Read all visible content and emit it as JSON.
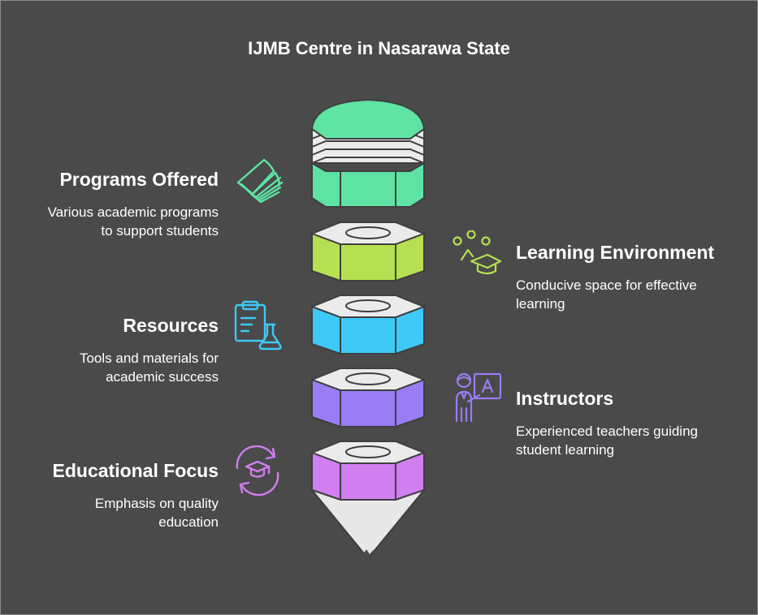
{
  "title": "IJMB Centre in Nasarawa State",
  "colors": {
    "background": "#4a4a4a",
    "segment_outline": "#3f3f3f",
    "top_cap": "#5ee3a3",
    "programs": "#5ee3a3",
    "learning": "#b5e052",
    "resources": "#3ec9f7",
    "instructors": "#9a7cf4",
    "focus": "#d07ef0",
    "tip": "#e8e8e8"
  },
  "items": [
    {
      "key": "programs",
      "heading": "Programs Offered",
      "desc": [
        "Various academic programs",
        "to support students"
      ],
      "side": "left",
      "icon": "open-book-icon"
    },
    {
      "key": "learning",
      "heading": "Learning Environment",
      "desc": [
        "Conducive space for effective",
        "learning"
      ],
      "side": "right",
      "icon": "students-graduation-cap-icon"
    },
    {
      "key": "resources",
      "heading": "Resources",
      "desc": [
        "Tools and materials for",
        "academic success"
      ],
      "side": "left",
      "icon": "clipboard-flask-icon"
    },
    {
      "key": "instructors",
      "heading": "Instructors",
      "desc": [
        "Experienced teachers guiding",
        "student learning"
      ],
      "side": "right",
      "icon": "teacher-board-icon"
    },
    {
      "key": "focus",
      "heading": "Educational Focus",
      "desc": [
        "Emphasis on quality",
        "education"
      ],
      "side": "left",
      "icon": "cycle-graduation-cap-icon"
    }
  ]
}
